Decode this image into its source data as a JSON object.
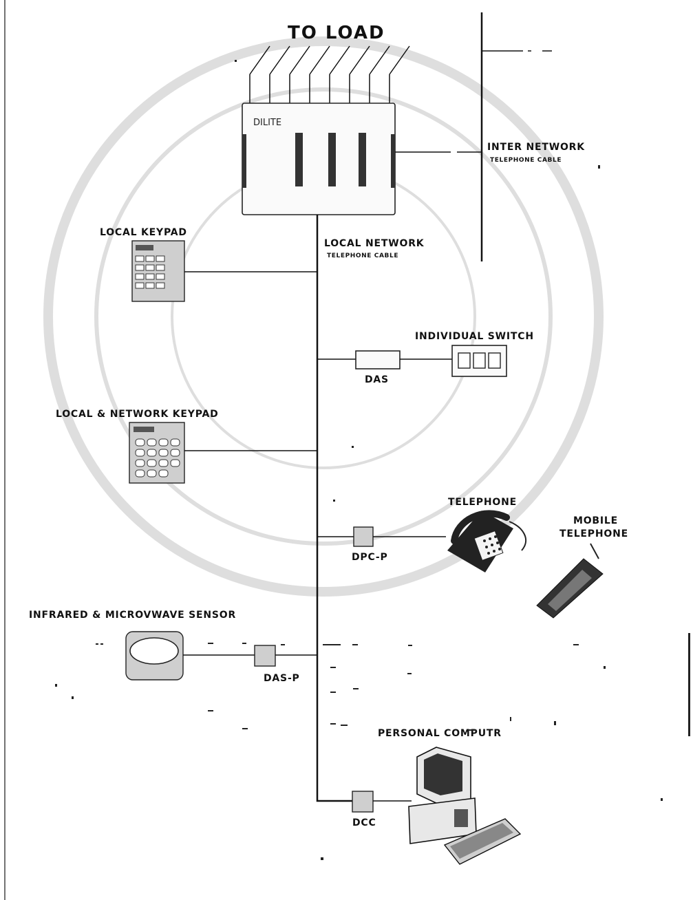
{
  "labels": {
    "to_load": "TO LOAD",
    "dilite": "DILITE",
    "inter_network_line1": "INTER NETWORK",
    "inter_network_line2": "TELEPHONE CABLE",
    "local_keypad": "LOCAL KEYPAD",
    "local_network_line1": "LOCAL NETWORK",
    "local_network_line2": "TELEPHONE CABLE",
    "individual_switch": "INDIVIDUAL SWITCH",
    "das": "DAS",
    "local_network_keypad": "LOCAL & NETWORK KEYPAD",
    "telephone": "TELEPHONE",
    "mobile_line1": "MOBILE",
    "mobile_line2": "TELEPHONE",
    "dpc_p": "DPC-P",
    "sensor": "INFRARED & MICROVWAVE SENSOR",
    "das_p": "DAS-P",
    "personal_computer": "PERSONAL COMPUTR",
    "dcc": "DCC"
  }
}
